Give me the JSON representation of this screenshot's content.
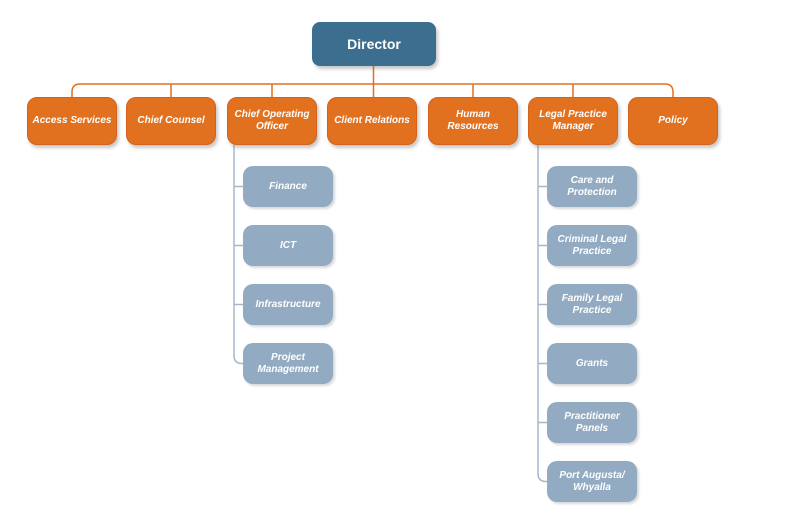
{
  "colors": {
    "director_fill": "#3C6E8F",
    "branch_fill": "#E2711F",
    "branch_border": "#D4611C",
    "child_fill": "#92ABC2",
    "line_orange": "#E2711F",
    "line_gray": "#A3B8CB",
    "label": "#FFFFFF",
    "background": "#FFFFFF"
  },
  "org": {
    "root": {
      "label": "Director"
    },
    "level1": [
      {
        "label": "Access Services"
      },
      {
        "label": "Chief Counsel"
      },
      {
        "label": "Chief Operating\nOfficer"
      },
      {
        "label": "Client Relations"
      },
      {
        "label": "Human\nResources"
      },
      {
        "label": "Legal Practice\nManager"
      },
      {
        "label": "Policy"
      }
    ],
    "coo_children": [
      {
        "label": "Finance"
      },
      {
        "label": "ICT"
      },
      {
        "label": "Infrastructure"
      },
      {
        "label": "Project\nManagement"
      }
    ],
    "lpm_children": [
      {
        "label": "Care and\nProtection"
      },
      {
        "label": "Criminal Legal\nPractice"
      },
      {
        "label": "Family Legal\nPractice"
      },
      {
        "label": "Grants"
      },
      {
        "label": "Practitioner\nPanels"
      },
      {
        "label": "Port Augusta/\nWhyalla"
      }
    ]
  }
}
